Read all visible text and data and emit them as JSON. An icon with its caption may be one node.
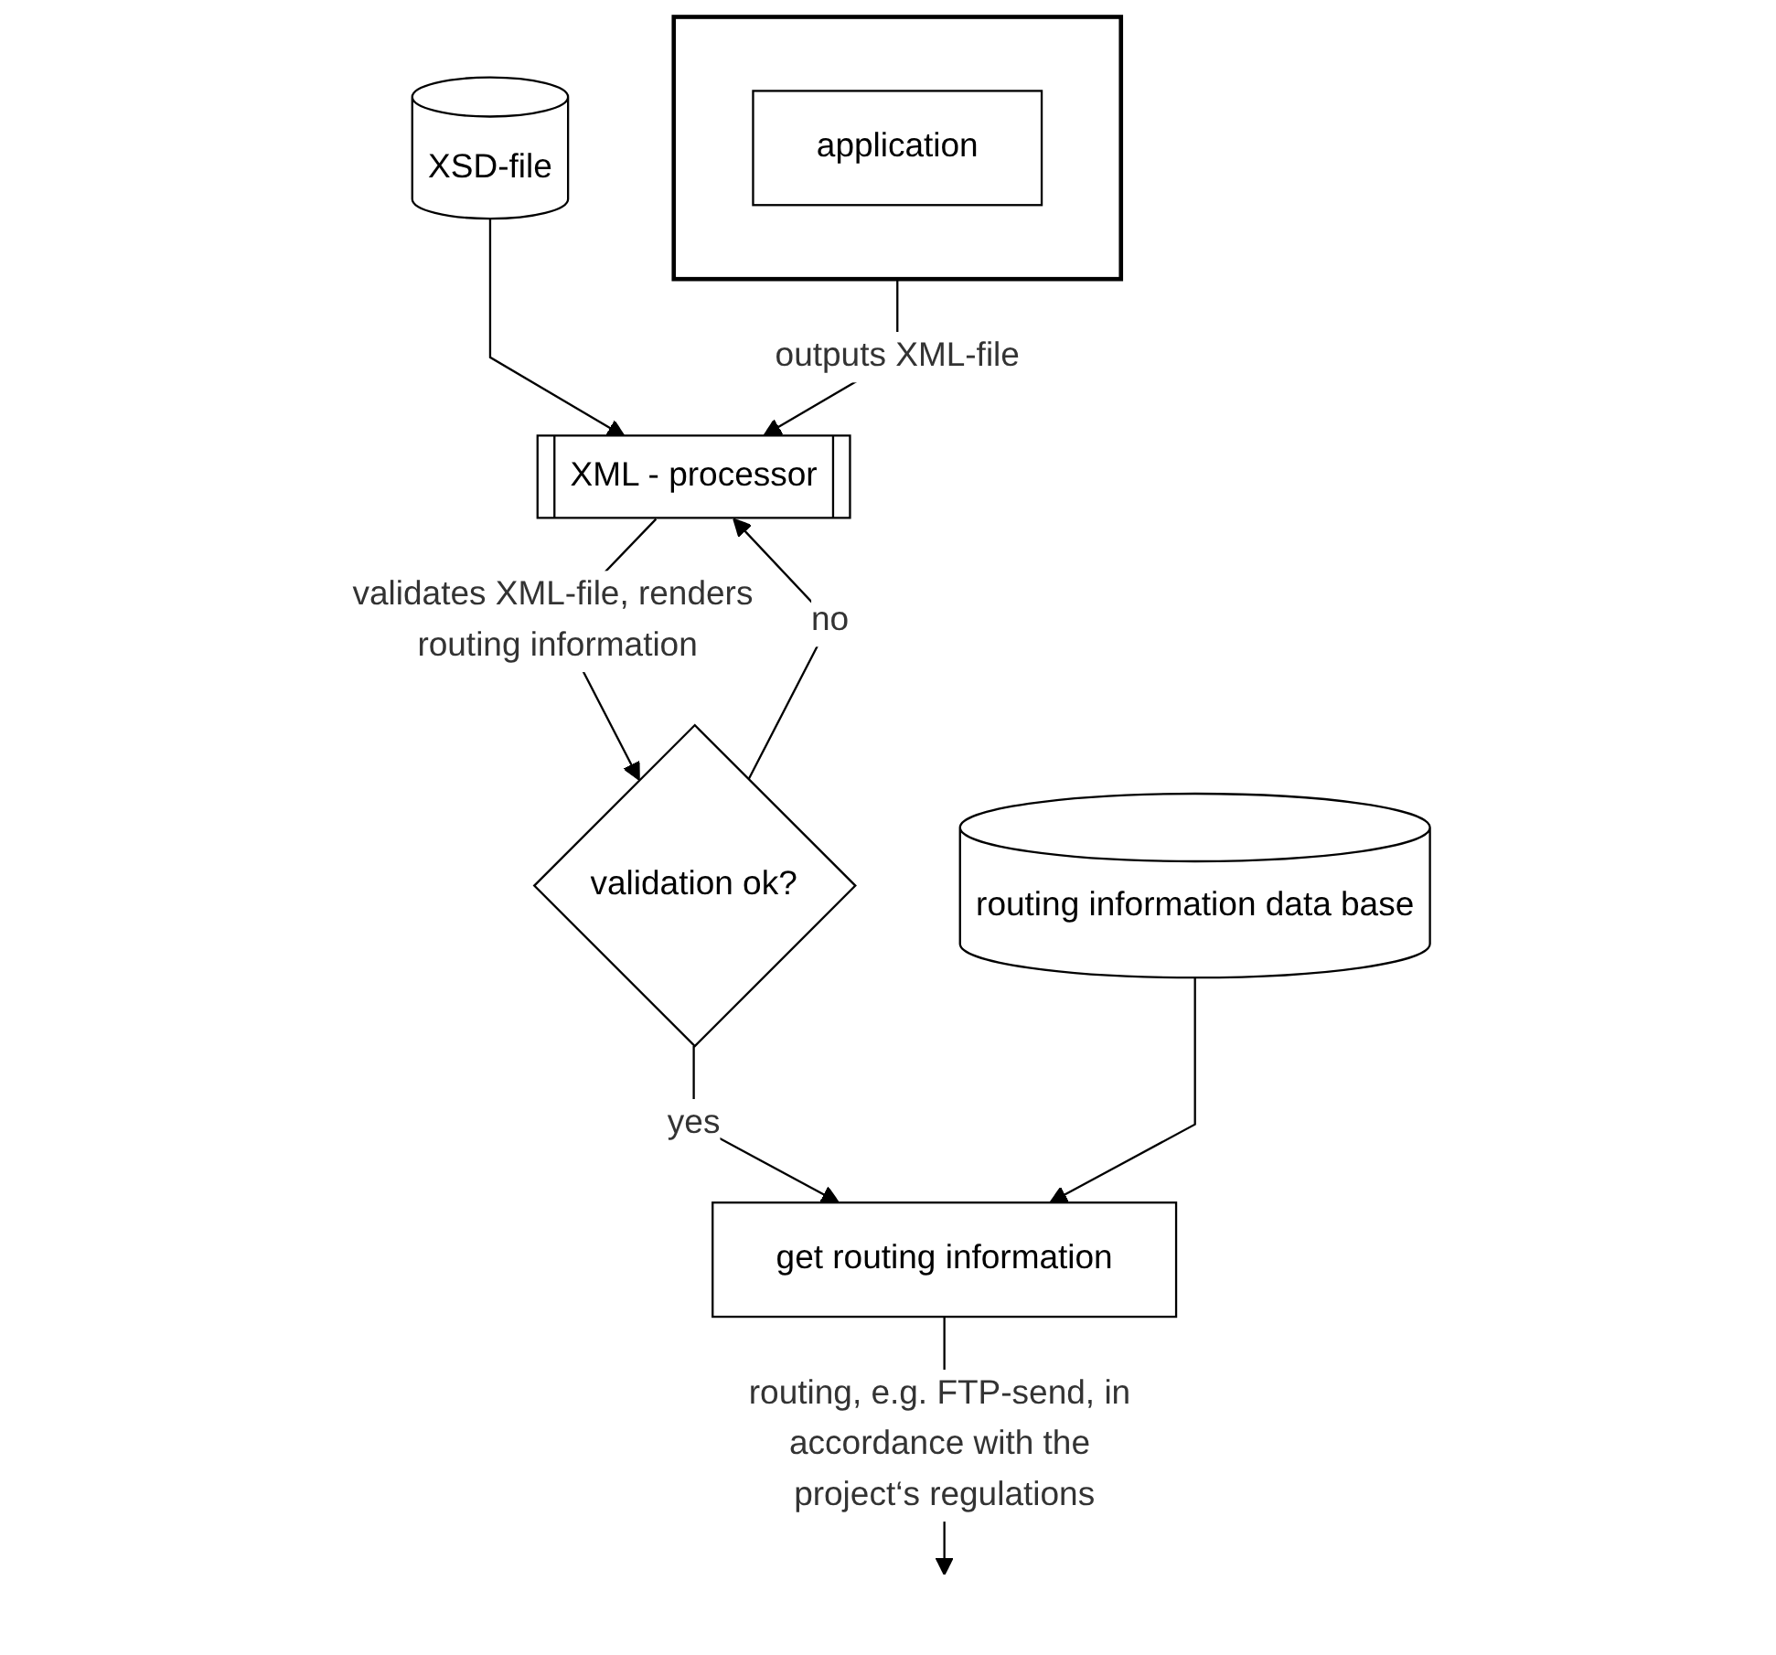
{
  "diagram": {
    "nodes": [
      {
        "text": [],
        "shape": "box"
      },
      {
        "text": [
          "application"
        ],
        "in": 0
      },
      {
        "text": [
          "XML - processor"
        ]
      },
      {
        "text": [
          "XSD-file"
        ]
      },
      {
        "text": [
          "validation ok?"
        ]
      },
      {
        "text": [
          "get routing information"
        ]
      },
      {
        "text": [
          "routing information data base"
        ]
      }
    ],
    "edges": [
      {
        "from": 0,
        "to": 2,
        "arrow": "to",
        "label": "outputs XML-file"
      },
      {
        "from": 3,
        "to": 2,
        "arrow": "to"
      },
      {
        "from": 2,
        "to": 4,
        "arrow": "to",
        "label": "validates XML-file, renders routing information"
      },
      {
        "from": 4,
        "to": 2,
        "arrow": "to",
        "label": "no"
      },
      {
        "from": 4,
        "to": 5,
        "arrow": "to",
        "label": "yes"
      },
      {
        "from": 6,
        "to": 5,
        "arrow": "to"
      },
      {
        "from": 5,
        "to": null,
        "arrow": "to",
        "label": "routing, e.g. FTP-send, in accordance with the project‘s regulations"
      }
    ]
  }
}
